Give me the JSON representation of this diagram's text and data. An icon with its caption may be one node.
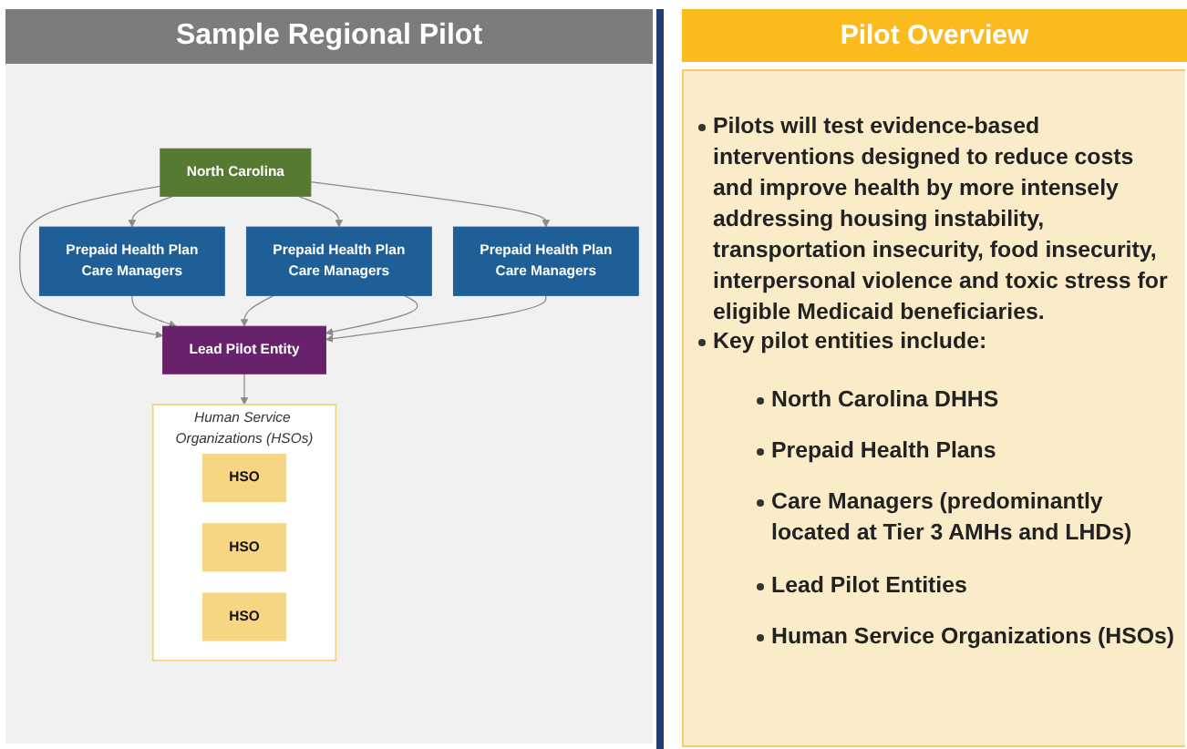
{
  "diagram": {
    "title": "Sample Regional Pilot",
    "nodes": [
      {
        "text": [
          "North Carolina"
        ]
      },
      {
        "text": [
          "Prepaid Health Plan",
          "Care Managers"
        ]
      },
      {
        "text": [
          "Prepaid Health Plan",
          "Care Managers"
        ]
      },
      {
        "text": [
          "Prepaid Health Plan",
          "Care Managers"
        ]
      },
      {
        "text": [
          "Lead Pilot Entity"
        ]
      },
      {
        "text": [
          "Human Service Organizations (HSOs)"
        ]
      },
      {
        "text": [
          "HSO"
        ],
        "in": 5
      },
      {
        "text": [
          "HSO"
        ],
        "in": 5
      },
      {
        "text": [
          "HSO"
        ],
        "in": 5
      }
    ],
    "edges": [
      {
        "from": 0,
        "to": 1,
        "arrow": "to"
      },
      {
        "from": 0,
        "to": 2,
        "arrow": "to"
      },
      {
        "from": 0,
        "to": 3,
        "arrow": "to"
      },
      {
        "from": 0,
        "to": 4,
        "arrow": "to"
      },
      {
        "from": 1,
        "to": 4,
        "arrow": "to"
      },
      {
        "from": 2,
        "to": 4,
        "arrow": "to"
      },
      {
        "from": 2,
        "to": 4,
        "arrow": "to"
      },
      {
        "from": 3,
        "to": 4,
        "arrow": "to"
      },
      {
        "from": 4,
        "to": 5,
        "arrow": "to"
      }
    ],
    "labels": [
      "Pilot Overview",
      "Pilots will test evidence-based interventions designed to reduce costs and improve health by more intensely addressing housing instability, transportation insecurity, food insecurity, interpersonal violence and toxic stress for eligible Medicaid beneficiaries.",
      "Key pilot entities include:",
      "North Carolina DHHS",
      "Prepaid Health Plans",
      "Care Managers (predominantly located at Tier 3 AMHs and LHDs)",
      "Lead Pilot Entities",
      "Human Service Organizations (HSOs)"
    ]
  }
}
